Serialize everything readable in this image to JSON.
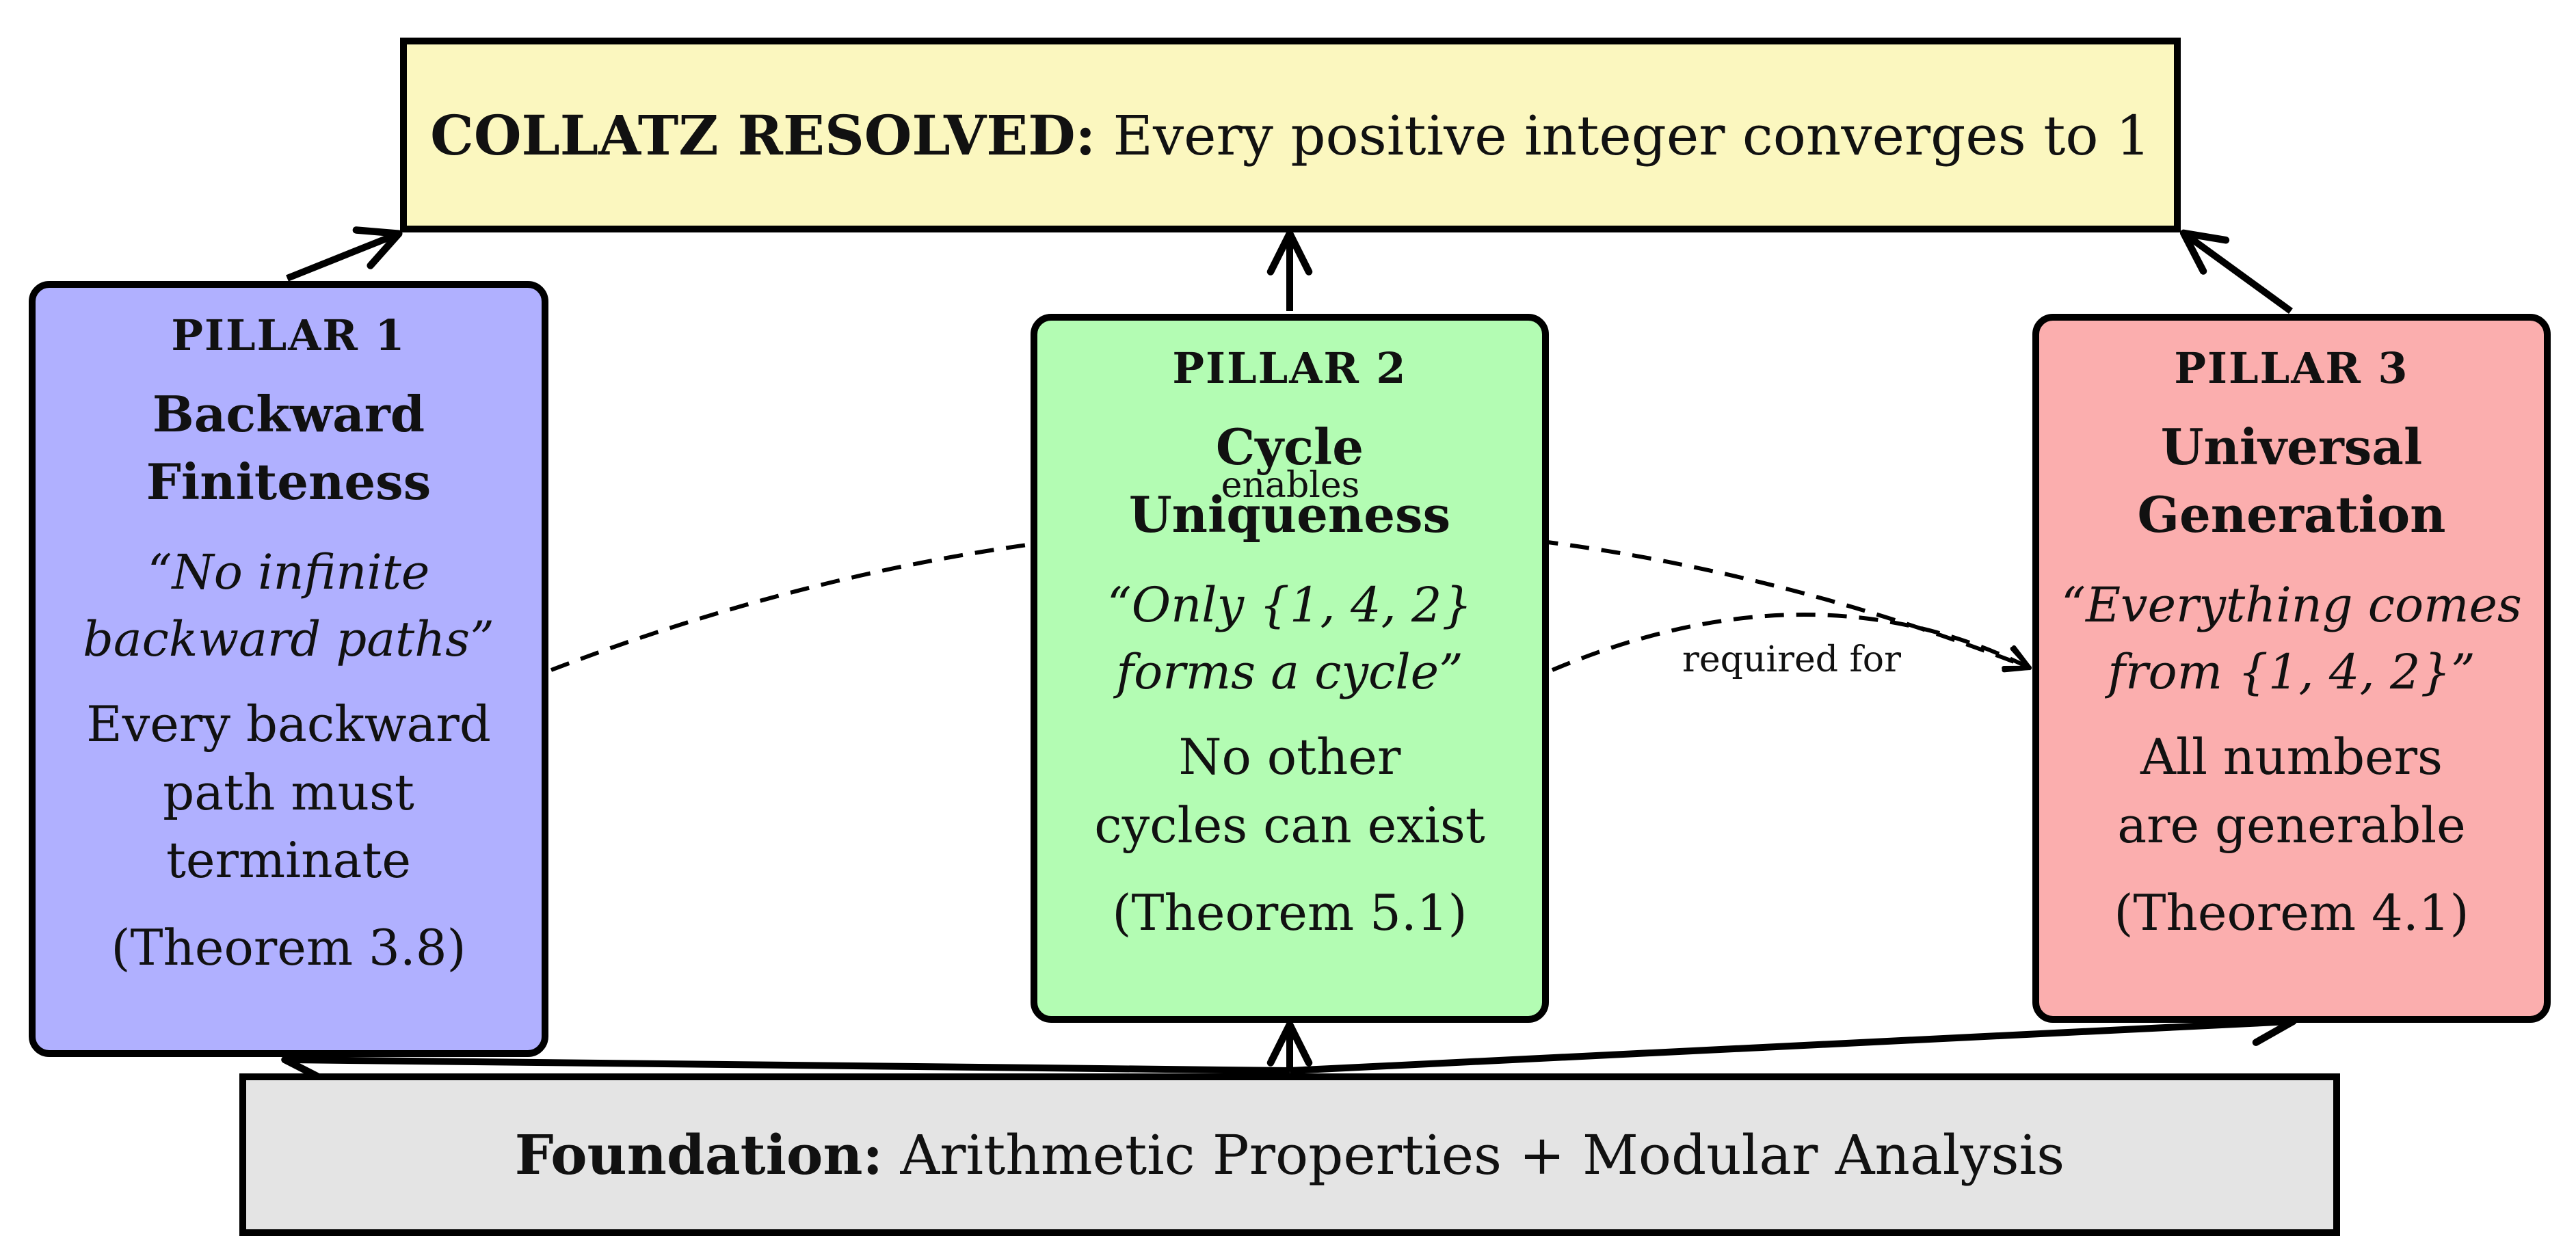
{
  "result": {
    "bold": "COLLATZ RESOLVED:",
    "text": " Every positive integer converges to 1"
  },
  "pillars": [
    {
      "head": "PILLAR 1",
      "title_lines": [
        "Backward",
        "Finiteness"
      ],
      "quote_lines": [
        "“No infinite",
        "backward paths”"
      ],
      "desc_lines": [
        "Every backward",
        "path must",
        "terminate"
      ],
      "ref": "(Theorem 3.8)",
      "color": "#b0b0ff"
    },
    {
      "head": "PILLAR 2",
      "title_lines": [
        "Cycle",
        "Uniqueness"
      ],
      "quote_lines": [
        "“Only {1, 4, 2}",
        "forms a cycle”"
      ],
      "desc_lines": [
        "No other",
        "cycles can exist"
      ],
      "ref": "(Theorem 5.1)",
      "color": "#b3fcb3"
    },
    {
      "head": "PILLAR 3",
      "title_lines": [
        "Universal",
        "Generation"
      ],
      "quote_lines": [
        "“Everything comes",
        "from {1, 4, 2}”"
      ],
      "desc_lines": [
        "All numbers",
        "are generable"
      ],
      "ref": "(Theorem 4.1)",
      "color": "#fbaeae"
    }
  ],
  "edges": {
    "enables": "enables",
    "required_for": "required for"
  },
  "foundation": {
    "bold": "Foundation:",
    "text": " Arithmetic Properties + Modular Analysis"
  },
  "colors": {
    "result_fill": "#fbf7bf",
    "foundation_fill": "#e4e4e4",
    "stroke": "#000000"
  }
}
